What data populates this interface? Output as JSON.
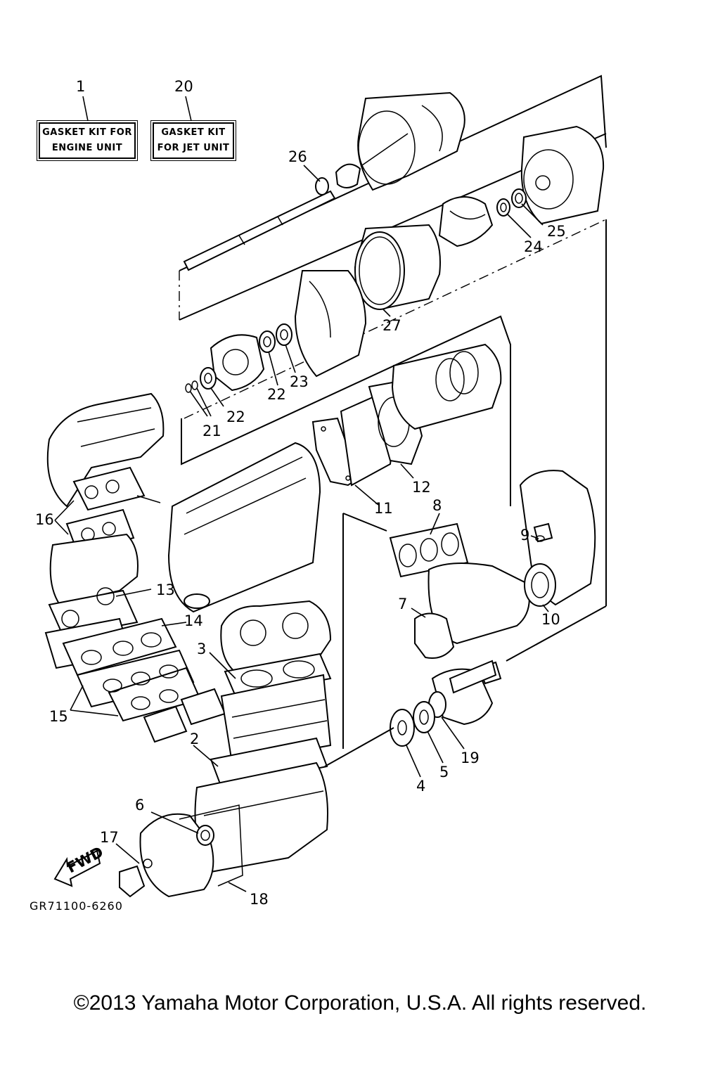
{
  "kits": [
    {
      "number": "1",
      "line1": "GASKET KIT FOR",
      "line2": "ENGINE UNIT"
    },
    {
      "number": "20",
      "line1": "GASKET KIT",
      "line2": "FOR JET UNIT"
    }
  ],
  "callouts": [
    "2",
    "3",
    "4",
    "5",
    "6",
    "7",
    "8",
    "9",
    "10",
    "11",
    "12",
    "13",
    "14",
    "15",
    "16",
    "17",
    "18",
    "19",
    "21",
    "22",
    "22",
    "23",
    "24",
    "25",
    "26",
    "27"
  ],
  "fwd_label": "FWD",
  "part_code": "GR71100-6260",
  "copyright": "©2013 Yamaha Motor Corporation, U.S.A. All rights reserved."
}
